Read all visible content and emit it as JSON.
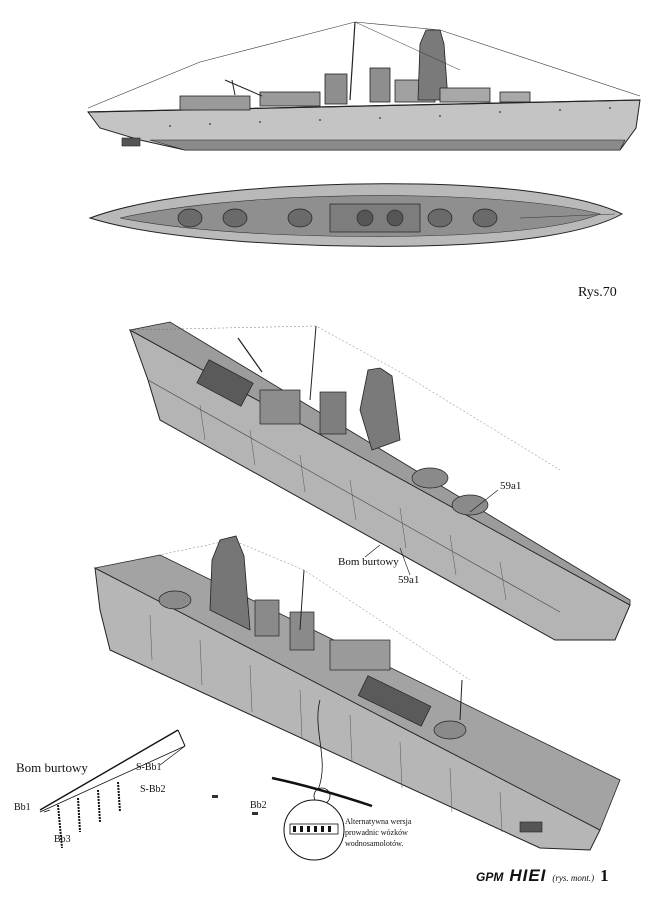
{
  "figure_label": "Rys.70",
  "callouts": {
    "part_upper": "59a1",
    "part_lower": "59a1",
    "boom_upper": "Bom burtowy"
  },
  "detail": {
    "title": "Bom burtowy",
    "bb1": "Bb1",
    "bb2": "Bb2",
    "bb3": "Bb3",
    "sbb1": "S-Bb1",
    "sbb2": "S-Bb2"
  },
  "inset_note": [
    "Alternatywna wersja",
    "prowadnic wózków",
    "wodnosamolotów."
  ],
  "footer": {
    "publisher": "GPM",
    "model": "HIEI",
    "subtitle": "(rys. mont.)",
    "page": "1"
  },
  "colors": {
    "hull": "#b9b9b9",
    "deck": "#8c8c8c",
    "dark": "#3a3a3a",
    "ink": "#111111"
  }
}
